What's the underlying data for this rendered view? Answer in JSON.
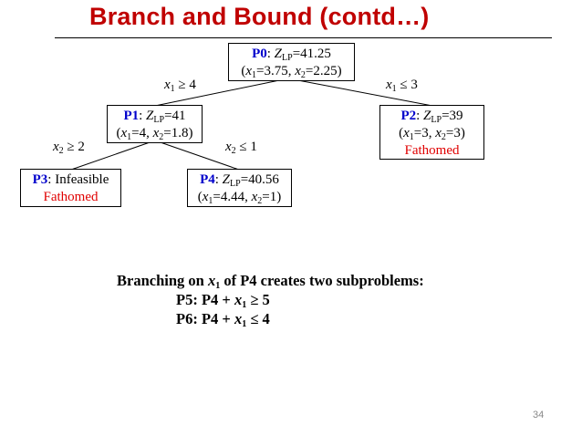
{
  "title": "Branch and Bound (contd…)",
  "nodes": {
    "p0": {
      "id": "P0",
      "z_label": "Z",
      "z_sub": "LP",
      "z_value": "=41.25",
      "x1": "=3.75",
      "x2": "=2.25"
    },
    "p1": {
      "id": "P1",
      "z_label": "Z",
      "z_sub": "LP",
      "z_value": "=41",
      "x1": "=4",
      "x2": "=1.8"
    },
    "p2": {
      "id": "P2",
      "z_label": "Z",
      "z_sub": "LP",
      "z_value": "=39",
      "x1": "=3",
      "x2": "=3",
      "status": "Fathomed"
    },
    "p3": {
      "id": "P3",
      "text": ": Infeasible",
      "status": "Fathomed"
    },
    "p4": {
      "id": "P4",
      "z_label": "Z",
      "z_sub": "LP",
      "z_value": "=40.56",
      "x1": "=4.44",
      "x2": "=1"
    }
  },
  "var_names": {
    "x": "x",
    "sub1": "1",
    "sub2": "2"
  },
  "branches": {
    "p0_p1": "≥ 4",
    "p0_p2": "≤ 3",
    "p1_p3": "≥ 2",
    "p1_p4": "≤ 1"
  },
  "branching_text": {
    "line1_prefix": "Branching on ",
    "line1_suffix": " of P4 creates two subproblems:",
    "p5_prefix": "P5: P4 + ",
    "p5_suffix": " ≥ 5",
    "p6_prefix": "P6: P4 + ",
    "p6_suffix": " ≤ 4"
  },
  "page_number": "34",
  "colors": {
    "title": "#c00000",
    "node_id": "#0000cc",
    "fathomed": "#e00000"
  }
}
